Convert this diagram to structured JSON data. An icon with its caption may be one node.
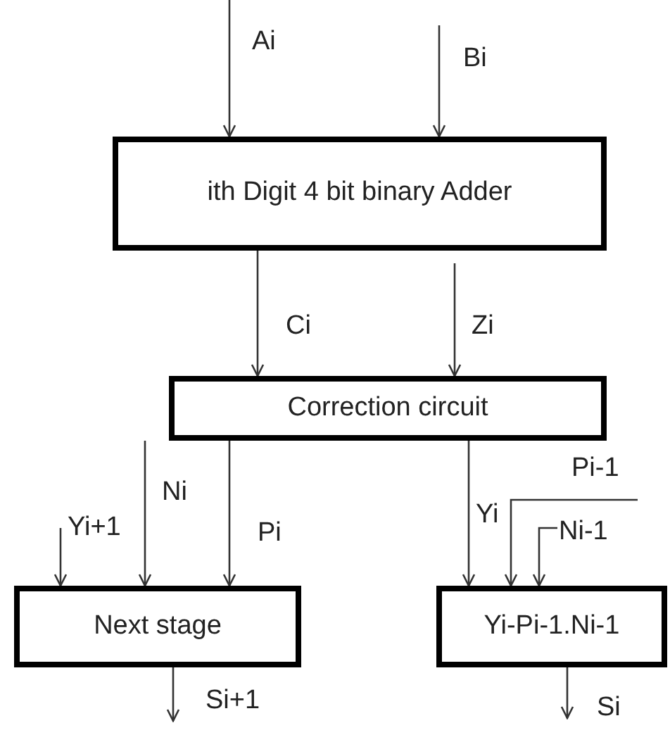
{
  "diagram": {
    "nodes": [
      {
        "text": [
          "ith Digit 4 bit binary Adder"
        ]
      },
      {
        "text": [
          "Correction circuit"
        ]
      },
      {
        "text": [
          "Next stage"
        ]
      },
      {
        "text": [
          "Yi-Pi-1.Ni-1"
        ]
      }
    ],
    "edges": [
      {
        "from": null,
        "to": 0,
        "arrow": "to",
        "label": "Ai"
      },
      {
        "from": null,
        "to": 0,
        "arrow": "to",
        "label": "Bi"
      },
      {
        "from": 0,
        "to": 1,
        "arrow": "to",
        "label": "Ci"
      },
      {
        "from": 0,
        "to": 1,
        "arrow": "to",
        "label": "Zi"
      },
      {
        "from": null,
        "to": 2,
        "arrow": "to",
        "label": "Yi+1"
      },
      {
        "from": 1,
        "to": 2,
        "arrow": "to",
        "label": "Ni"
      },
      {
        "from": 1,
        "to": 2,
        "arrow": "to",
        "label": "Pi"
      },
      {
        "from": 1,
        "to": 3,
        "arrow": "to",
        "label": "Yi"
      },
      {
        "from": null,
        "to": 3,
        "arrow": "to",
        "label": "Pi-1"
      },
      {
        "from": null,
        "to": 3,
        "arrow": "to",
        "label": "Ni-1"
      },
      {
        "from": 2,
        "to": null,
        "arrow": "to",
        "label": "Si+1"
      },
      {
        "from": 3,
        "to": null,
        "arrow": "to",
        "label": "Si"
      }
    ]
  }
}
